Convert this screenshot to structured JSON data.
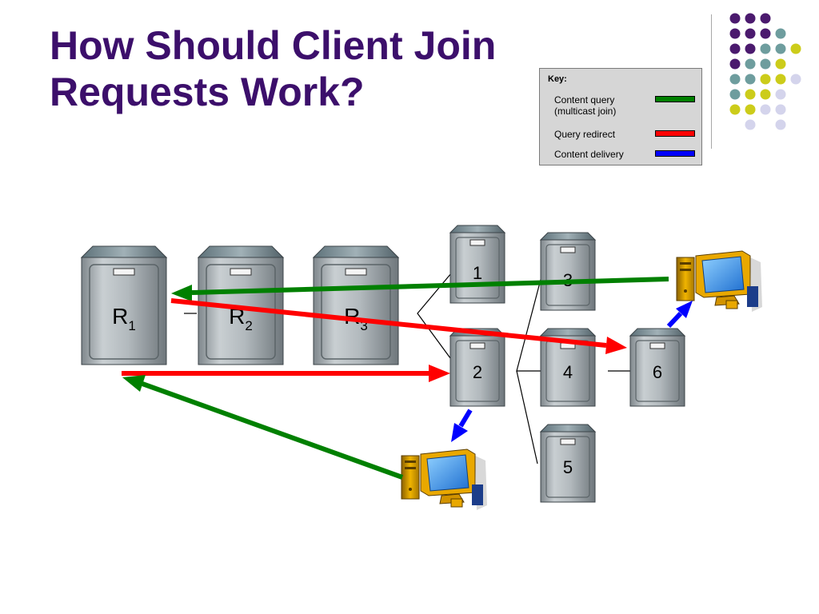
{
  "title": {
    "line1": "How Should Client Join",
    "line2": "Requests Work?"
  },
  "legend": {
    "key_label": "Key:",
    "items": [
      {
        "label_line1": "Content query",
        "label_line2": "(multicast join)",
        "color": "#008000"
      },
      {
        "label_line1": "Query redirect",
        "label_line2": "",
        "color": "#ff0000"
      },
      {
        "label_line1": "Content delivery",
        "label_line2": "",
        "color": "#0000ff"
      }
    ]
  },
  "servers": {
    "r1": {
      "letter": "R",
      "sub": "1"
    },
    "r2": {
      "letter": "R",
      "sub": "2"
    },
    "r3": {
      "letter": "R",
      "sub": "3"
    },
    "n1": "1",
    "n2": "2",
    "n3": "3",
    "n4": "4",
    "n5": "5",
    "n6": "6"
  },
  "colors": {
    "title": "#3c0f6b",
    "dot_purple": "#4b1a6e",
    "dot_teal": "#6e9d9e",
    "dot_yellow": "#cccc1a",
    "dot_lavender": "#d4d4ec",
    "server_body": "#a9b0b4",
    "server_top": "#7e8f96"
  }
}
